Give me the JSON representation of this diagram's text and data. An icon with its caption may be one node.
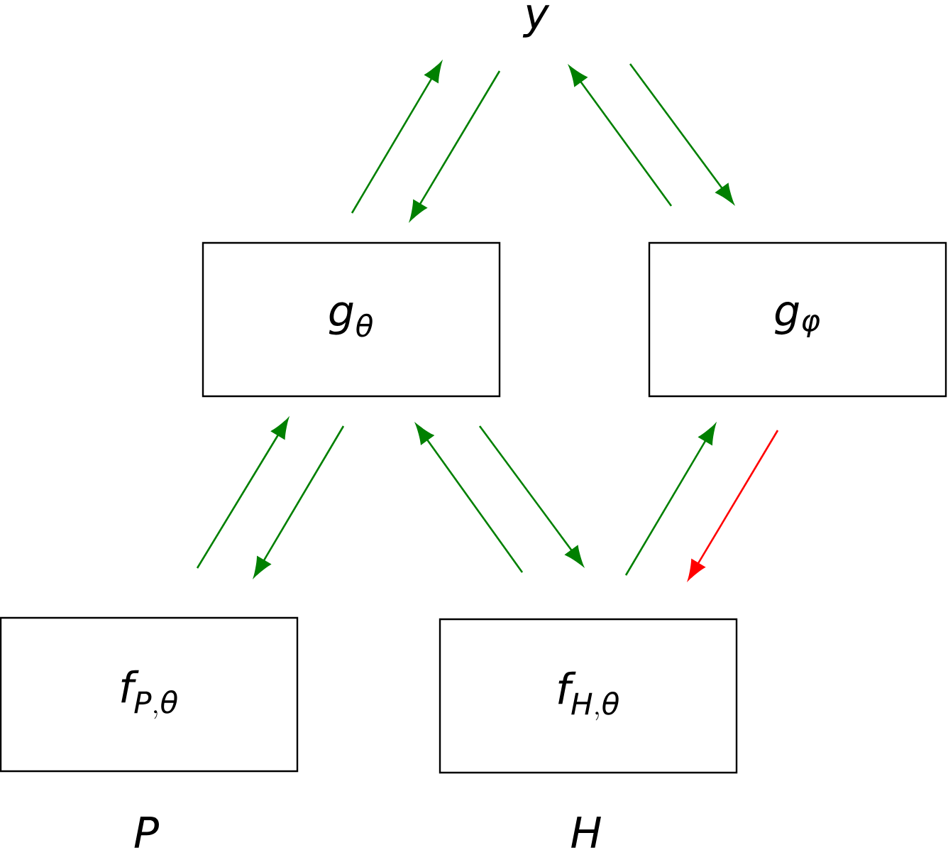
{
  "diagram": {
    "nodes": [
      {
        "text": [
          "y"
        ]
      },
      {
        "text": [
          "g_\\theta"
        ]
      },
      {
        "text": [
          "g_\\phi"
        ]
      },
      {
        "text": [
          "f_{P,\\theta}"
        ],
        "beside": [
          "P"
        ]
      },
      {
        "text": [
          "f_{H,\\theta}"
        ],
        "beside": [
          "H"
        ]
      }
    ],
    "edges": [
      {
        "from": 1,
        "to": 0,
        "arrow": "to"
      },
      {
        "from": 0,
        "to": 1,
        "arrow": "to"
      },
      {
        "from": 2,
        "to": 0,
        "arrow": "to"
      },
      {
        "from": 0,
        "to": 2,
        "arrow": "to"
      },
      {
        "from": 3,
        "to": 1,
        "arrow": "to"
      },
      {
        "from": 1,
        "to": 3,
        "arrow": "to"
      },
      {
        "from": 4,
        "to": 1,
        "arrow": "to"
      },
      {
        "from": 1,
        "to": 4,
        "arrow": "to"
      },
      {
        "from": 4,
        "to": 2,
        "arrow": "to"
      },
      {
        "from": 2,
        "to": 4,
        "arrow": "to",
        "color": "#ff0000"
      }
    ]
  }
}
